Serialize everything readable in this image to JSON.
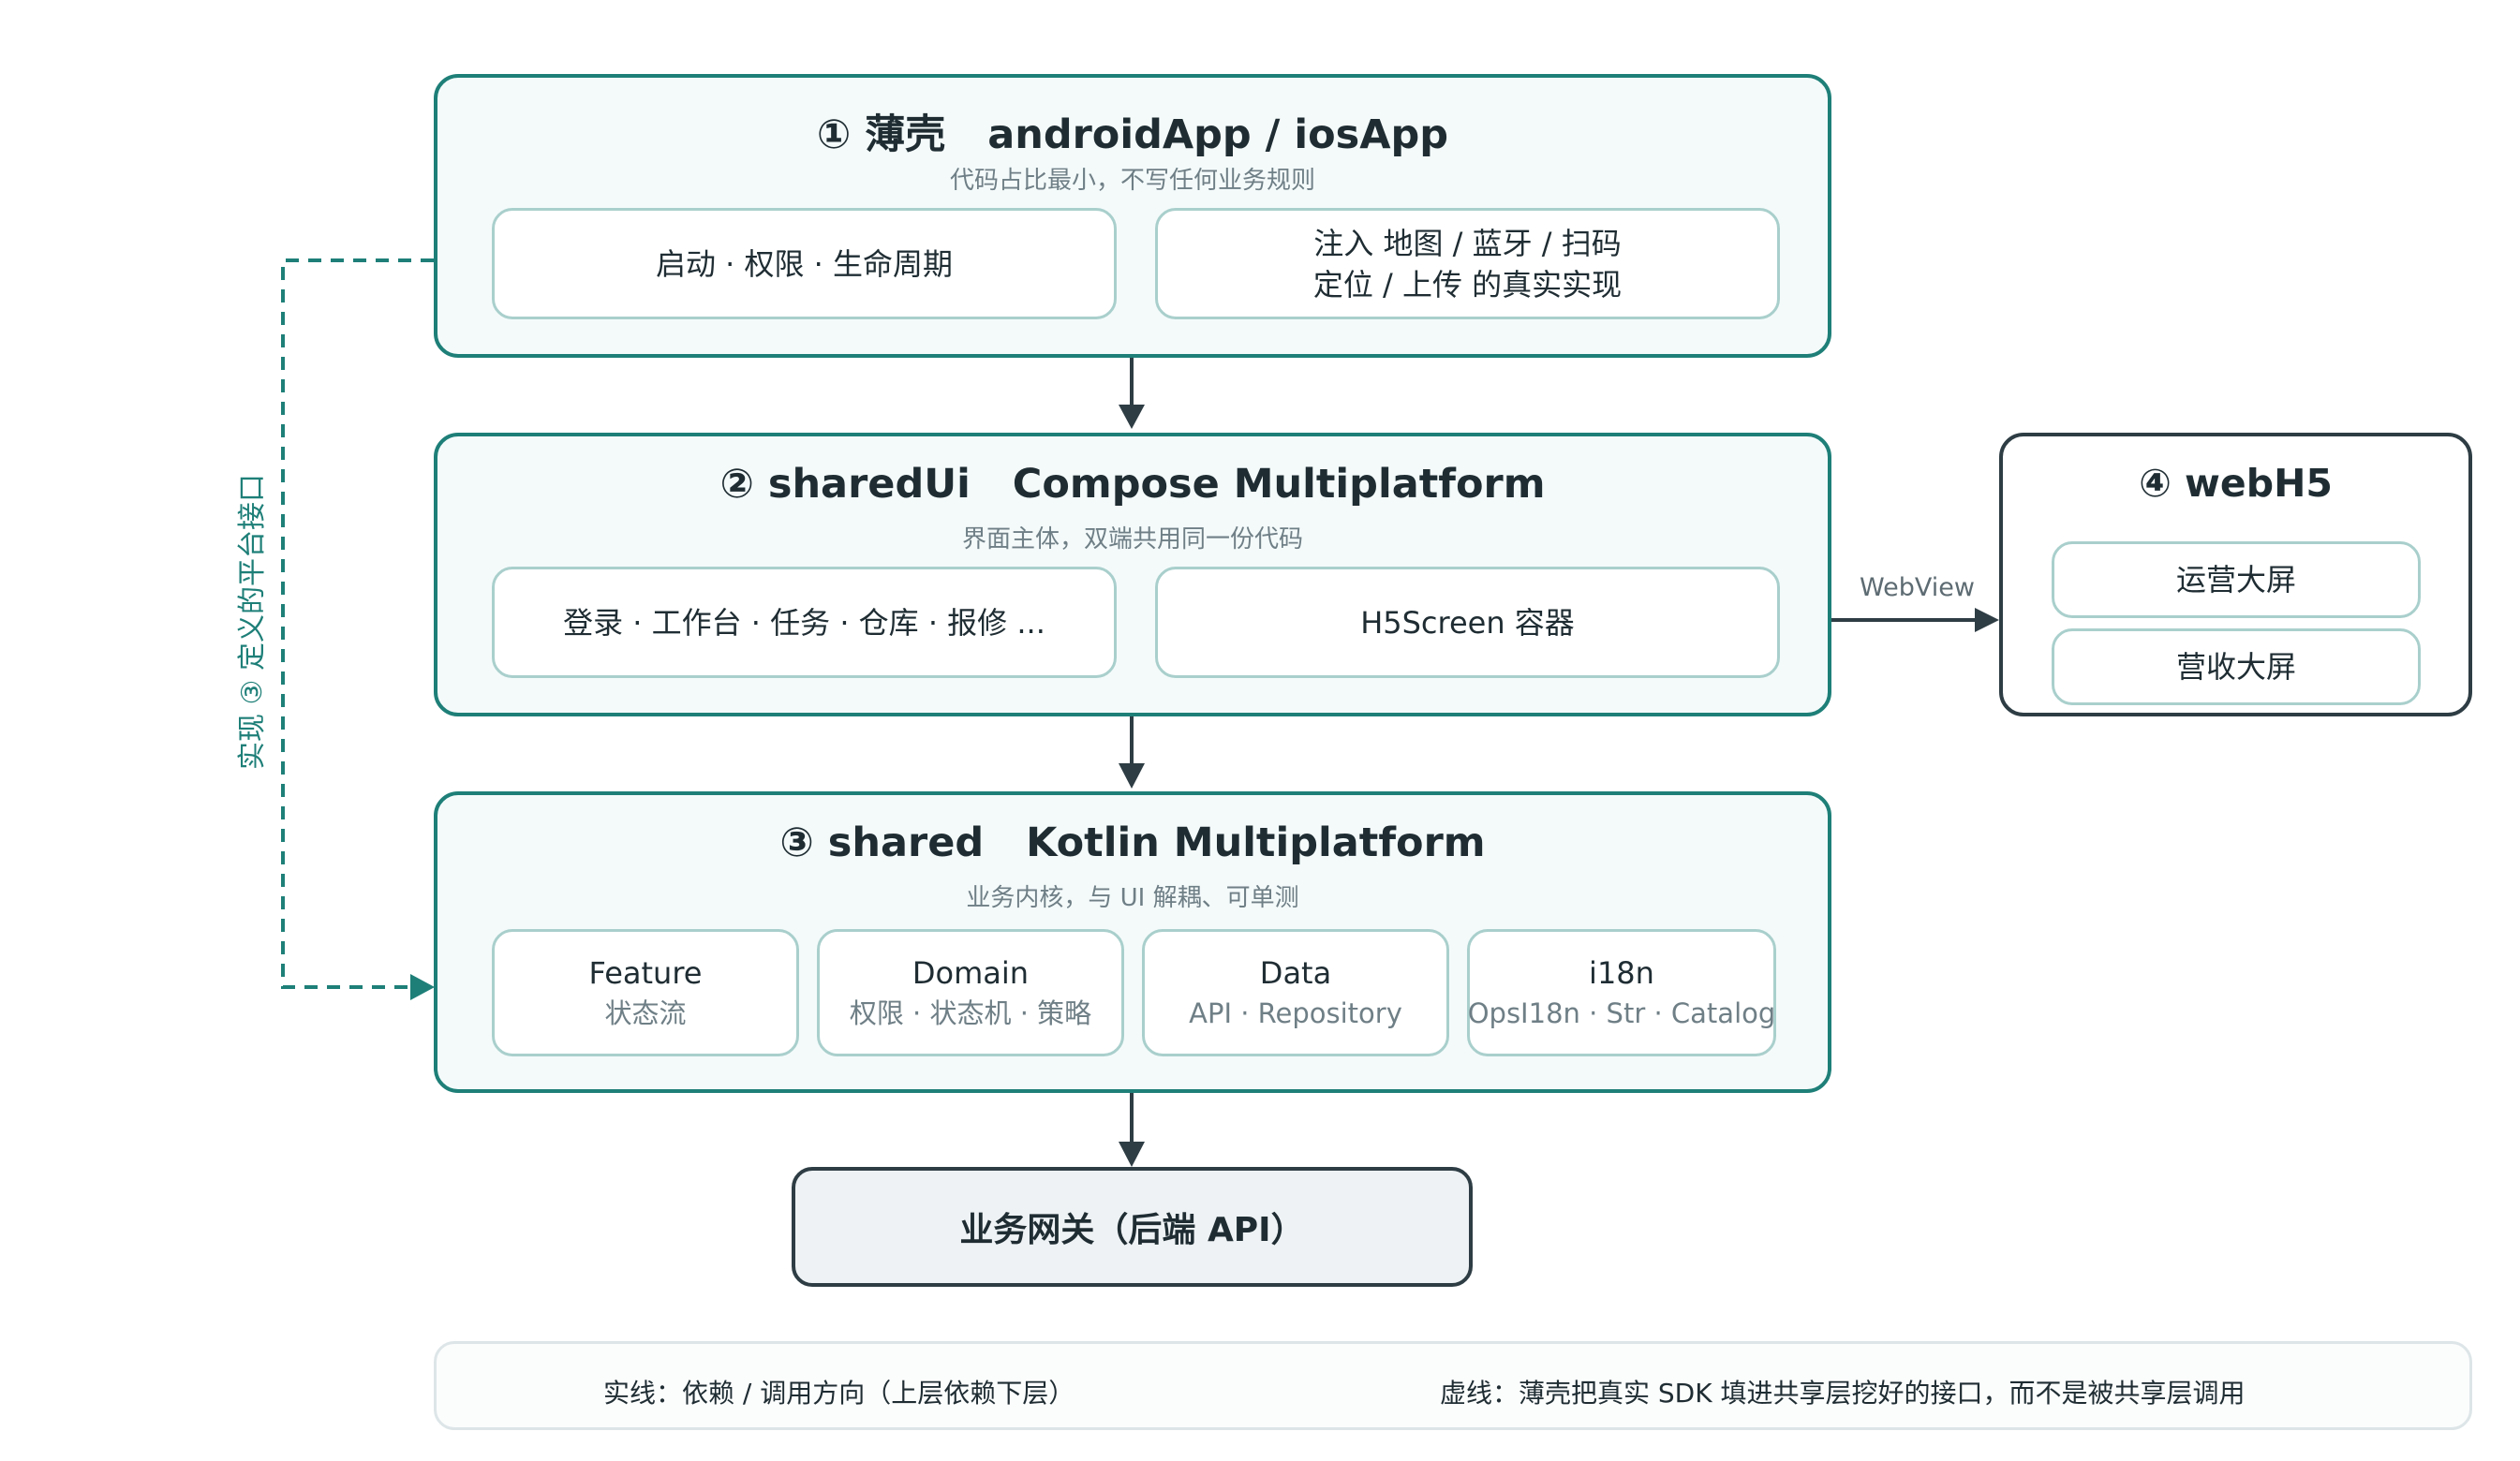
{
  "layers": {
    "shell": {
      "title": "① 薄壳   androidApp / iosApp",
      "subtitle": "代码占比最小，不写任何业务规则",
      "modules": [
        {
          "lines": [
            "启动 · 权限 · 生命周期"
          ]
        },
        {
          "lines": [
            "注入 地图 / 蓝牙 / 扫码",
            "定位 / 上传 的真实实现"
          ]
        }
      ]
    },
    "sharedUi": {
      "title": "② sharedUi   Compose Multiplatform",
      "subtitle": "界面主体，双端共用同一份代码",
      "modules": [
        {
          "lines": [
            "登录 · 工作台 · 任务 · 仓库 · 报修 ..."
          ]
        },
        {
          "lines": [
            "H5Screen 容器"
          ]
        }
      ]
    },
    "shared": {
      "title": "③ shared   Kotlin Multiplatform",
      "subtitle": "业务内核，与 UI 解耦、可单测",
      "modules": [
        {
          "title": "Feature",
          "sub": "状态流"
        },
        {
          "title": "Domain",
          "sub": "权限 · 状态机 · 策略"
        },
        {
          "title": "Data",
          "sub": "API · Repository"
        },
        {
          "title": "i18n",
          "sub": "OpsI18n · Str · Catalog"
        }
      ]
    },
    "webH5": {
      "title": "④ webH5",
      "items": [
        "运营大屏",
        "营收大屏"
      ]
    }
  },
  "gateway": {
    "label": "业务网关（后端 API）"
  },
  "edges": {
    "webview_label": "WebView",
    "implements_label": "实现 ③ 定义的平台接口"
  },
  "legend": {
    "solid": "实线：依赖 / 调用方向（上层依赖下层）",
    "dashed": "虚线：薄壳把真实 SDK 填进共享层挖好的接口，而不是被共享层调用"
  },
  "colors": {
    "accent": "#1e7f78",
    "dark": "#2e3d44",
    "layer_bg": "#f4fafa",
    "module_border": "#a9cfcc"
  }
}
